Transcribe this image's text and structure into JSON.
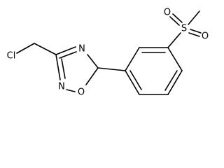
{
  "molecule": {
    "atoms": {
      "chlorine": "Cl",
      "ring_nitrogen_top": "N",
      "ring_nitrogen_bottom": "N",
      "ring_oxygen": "O",
      "sulfur": "S",
      "sulfonyl_oxygen_top": "O",
      "sulfonyl_oxygen_right": "O"
    }
  }
}
